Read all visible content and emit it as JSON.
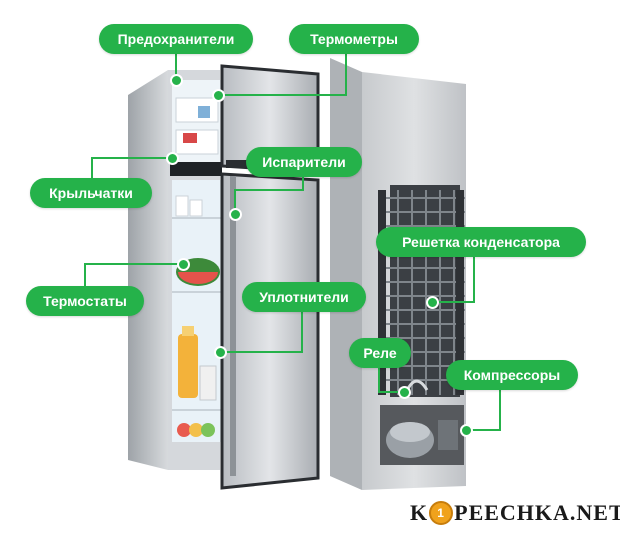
{
  "labels": {
    "fuses": "Предохранители",
    "thermometers": "Термометры",
    "evaporators": "Испарители",
    "impellers": "Крыльчатки",
    "condenser_grid": "Решетка конденсатора",
    "thermostats": "Термостаты",
    "seals": "Уплотнители",
    "relay": "Реле",
    "compressors": "Компрессоры"
  },
  "watermark": {
    "prefix": "K",
    "coin": "1",
    "rest": "PEECHKA.NET"
  },
  "colors": {
    "accent": "#25b24a",
    "fridge_body": "#c9ccd0",
    "interior": "#e9f2f8"
  }
}
